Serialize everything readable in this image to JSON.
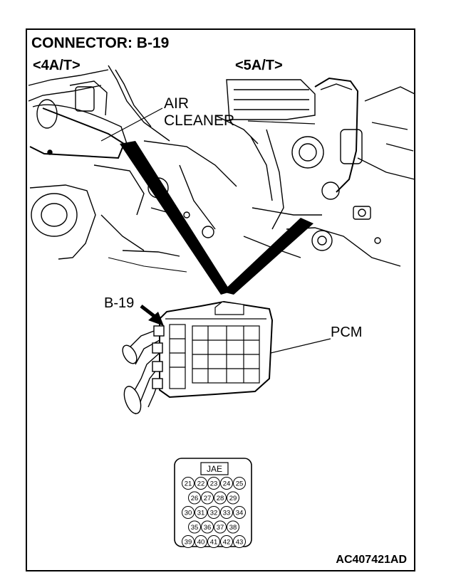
{
  "title": "CONNECTOR: B-19",
  "variants": {
    "at4": "<4A/T>",
    "at5": "<5A/T>"
  },
  "callouts": {
    "air_cleaner": [
      "AIR",
      "CLEANER"
    ],
    "connector": "B-19",
    "pcm": "PCM"
  },
  "connector": {
    "maker": "JAE",
    "rows": [
      [
        "21",
        "22",
        "23",
        "24",
        "25"
      ],
      [
        "26",
        "27",
        "28",
        "29"
      ],
      [
        "30",
        "31",
        "32",
        "33",
        "34"
      ],
      [
        "35",
        "36",
        "37",
        "38"
      ],
      [
        "39",
        "40",
        "41",
        "42",
        "43"
      ]
    ]
  },
  "figure_code": "AC407421AD"
}
